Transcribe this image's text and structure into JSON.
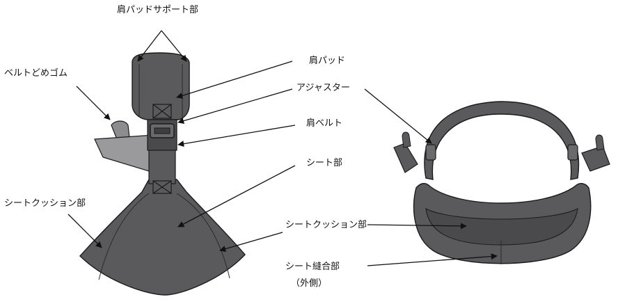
{
  "colors": {
    "carrier_body": "#5a5a5c",
    "carrier_dark": "#3e3e40",
    "pad_light": "#9a9a9c",
    "outline": "#1a1a1a",
    "arrow": "#111111"
  },
  "labels": {
    "shoulder_pad_support": "肩パッドサポート部",
    "belt_stopper_rubber": "ベルトどめゴム",
    "shoulder_pad": "肩パッド",
    "adjuster": "アジャスター",
    "shoulder_belt": "肩ベルト",
    "seat_part": "シート部",
    "seat_cushion_left": "シートクッション部",
    "seat_cushion_right": "シートクッション部",
    "seat_seam": "シート縫合部",
    "seat_seam_note": "（外側）"
  }
}
